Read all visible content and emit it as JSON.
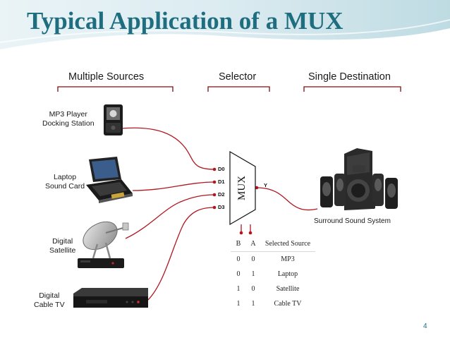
{
  "title": "Typical Application of a MUX",
  "headers": {
    "sources": "Multiple Sources",
    "selector": "Selector",
    "destination": "Single Destination"
  },
  "sources": [
    {
      "line1": "MP3 Player",
      "line2": "Docking Station",
      "icon": "mp3-player-icon"
    },
    {
      "line1": "Laptop",
      "line2": "Sound Card",
      "icon": "laptop-icon"
    },
    {
      "line1": "Digital",
      "line2": "Satellite",
      "icon": "satellite-dish-icon"
    },
    {
      "line1": "Digital",
      "line2": "Cable TV",
      "icon": "cable-box-icon"
    }
  ],
  "mux": {
    "label": "MUX",
    "inputs": [
      "D0",
      "D1",
      "D2",
      "D3"
    ],
    "output": "Y"
  },
  "destination": {
    "label": "Surround Sound System",
    "icon": "speaker-system-icon"
  },
  "truth_table": {
    "headers": [
      "B",
      "A",
      "Selected Source"
    ],
    "rows": [
      [
        "0",
        "0",
        "MP3"
      ],
      [
        "0",
        "1",
        "Laptop"
      ],
      [
        "1",
        "0",
        "Satellite"
      ],
      [
        "1",
        "1",
        "Cable TV"
      ]
    ]
  },
  "page_number": "4",
  "colors": {
    "title": "#1f6e80",
    "wire": "#b0171f",
    "accent_wave": "#a8cfd8"
  }
}
